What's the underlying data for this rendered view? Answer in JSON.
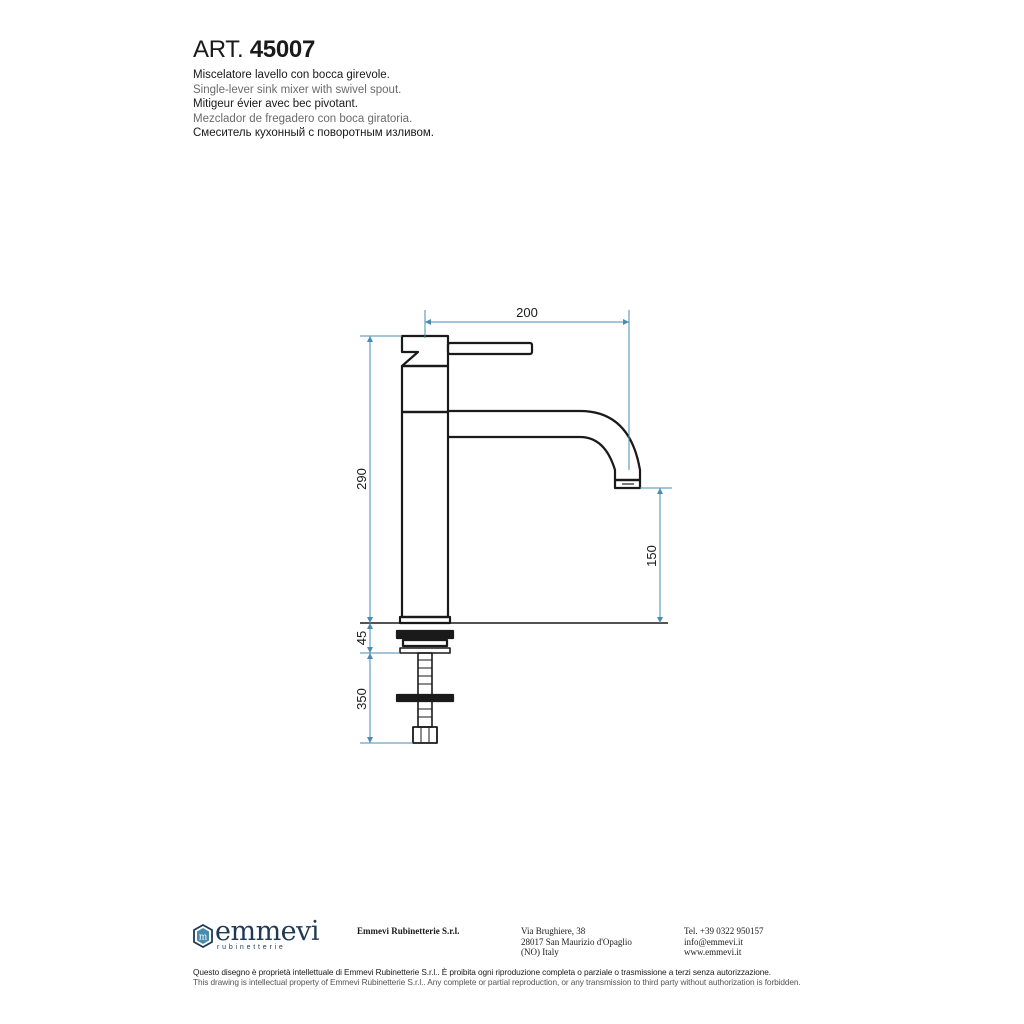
{
  "header": {
    "art_prefix": "ART.",
    "art_number": "45007",
    "descriptions": [
      "Miscelatore lavello con bocca girevole.",
      "Single-lever sink mixer with swivel spout.",
      "Mitigeur évier avec bec pivotant.",
      "Mezclador de fregadero con boca giratoria.",
      "Смеситель кухонный с поворотным изливом."
    ]
  },
  "dimensions": {
    "reach": "200",
    "total_height": "290",
    "spout_height": "150",
    "deck_thickness": "45",
    "hose_length": "350"
  },
  "colors": {
    "dimension_line": "#4a8bb0",
    "drawing_line": "#1a1a1a",
    "brand": "#1e3a55"
  },
  "footer": {
    "logo_word": "emmevi",
    "logo_sub": "rubinetterie",
    "company": "Emmevi Rubinetterie S.r.l.",
    "address": [
      "Via Brughiere, 38",
      "28017 San Maurizio d'Opaglio",
      "(NO) Italy"
    ],
    "contact": [
      "Tel. +39 0322 950157",
      "info@emmevi.it",
      "www.emmevi.it"
    ],
    "legal_it": "Questo disegno è proprietà intellettuale di Emmevi Rubinetterie S.r.l.. È proibita ogni riproduzione completa o parziale o trasmissione a terzi senza autorizzazione.",
    "legal_en": "This drawing is intellectual property of Emmevi Rubinetterie S.r.l.. Any complete or partial reproduction, or any transmission to third party without authorization is forbidden."
  }
}
